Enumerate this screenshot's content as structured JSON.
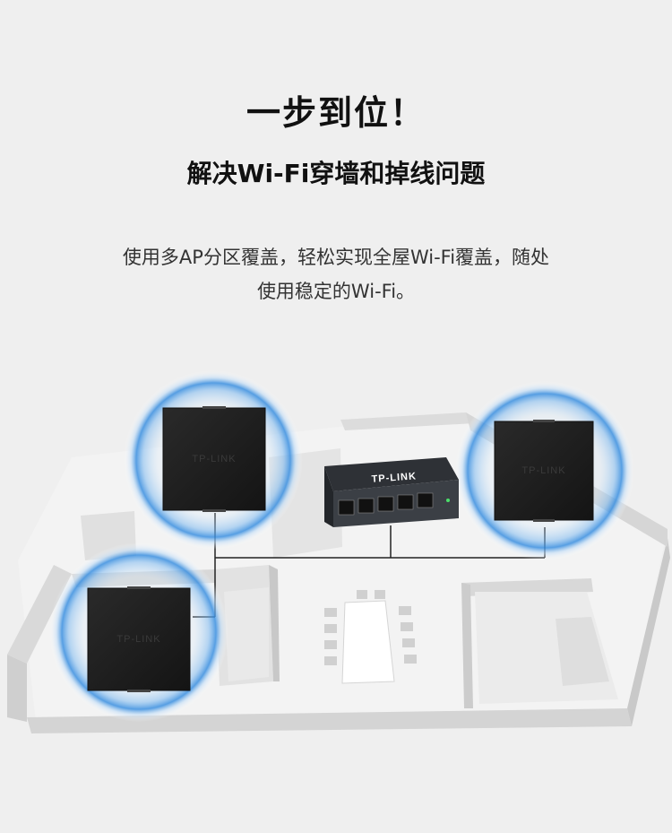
{
  "headline": "一步到位！",
  "subhead": "解决Wi-Fi穿墙和掉线问题",
  "description": {
    "line1": "使用多AP分区覆盖，轻松实现全屋Wi-Fi覆盖，随处",
    "line2": "使用稳定的Wi-Fi。"
  },
  "brand": "TP-LINK",
  "colors": {
    "accent": "#3a8fe0",
    "device": "#1c1c1c",
    "background": "#efefef"
  }
}
